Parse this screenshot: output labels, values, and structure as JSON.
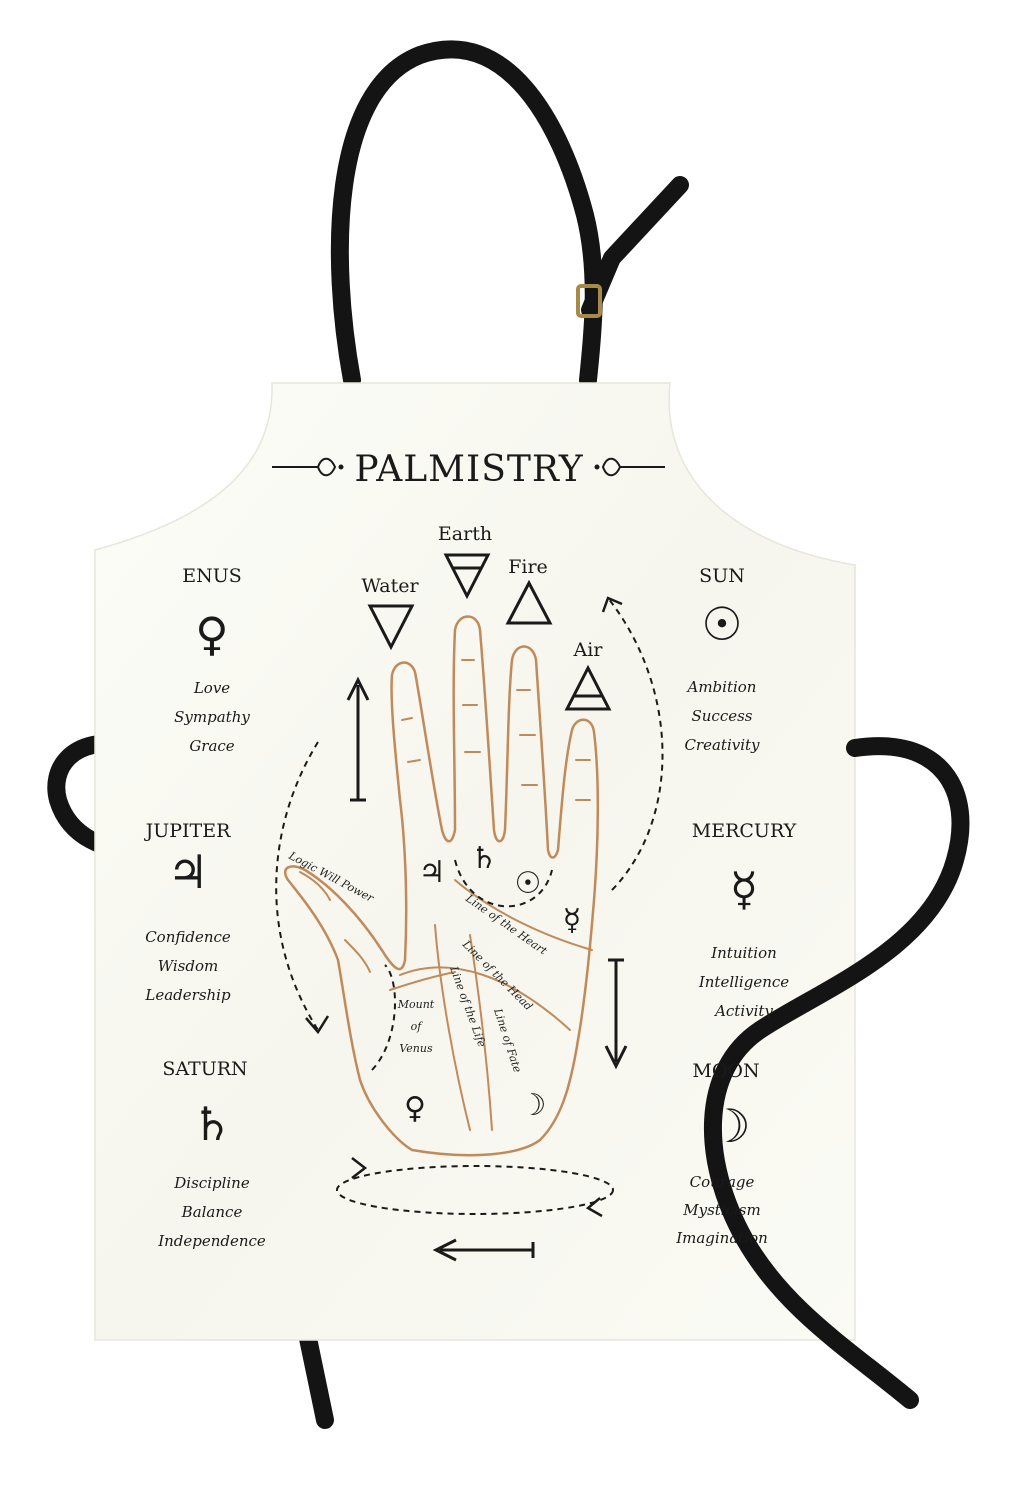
{
  "title": "PALMISTRY",
  "elements": {
    "earth": "Earth",
    "water": "Water",
    "fire": "Fire",
    "air": "Air"
  },
  "planets": {
    "venus": {
      "name": "ENUS",
      "symbol": "♀",
      "traits": [
        "Love",
        "Sympathy",
        "Grace"
      ]
    },
    "jupiter": {
      "name": "JUPITER",
      "symbol": "♃",
      "traits": [
        "Confidence",
        "Wisdom",
        "Leadership"
      ]
    },
    "saturn": {
      "name": "SATURN",
      "symbol": "♄",
      "traits": [
        "Discipline",
        "Balance",
        "Independence"
      ]
    },
    "sun": {
      "name": "SUN",
      "symbol": "☉",
      "traits": [
        "Ambition",
        "Success",
        "Creativity"
      ]
    },
    "mercury": {
      "name": "MERCURY",
      "symbol": "☿",
      "traits": [
        "Intuition",
        "Intelligence",
        "Activity"
      ]
    },
    "moon": {
      "name": "MOON",
      "symbol": "☽",
      "traits": [
        "Courage",
        "Mysticism",
        "Imagination"
      ]
    }
  },
  "palm": {
    "logic_will_power": "Logic Will Power",
    "line_of_heart": "Line of the Heart",
    "line_of_head": "Line of the Head",
    "line_of_life": "Line of the Life",
    "line_of_fate": "Line of Fate",
    "mount_of": "Mount",
    "mount_of_2": "of",
    "mount_of_3": "Venus",
    "sym_jupiter": "♃",
    "sym_saturn": "♄",
    "sym_sun": "☉",
    "sym_mercury": "☿",
    "sym_venus": "♀",
    "sym_moon": "☽"
  },
  "colors": {
    "apron": "#fbfbf4",
    "strap": "#141414",
    "palm_line": "#c08a5b",
    "ink": "#1a1a1a"
  }
}
